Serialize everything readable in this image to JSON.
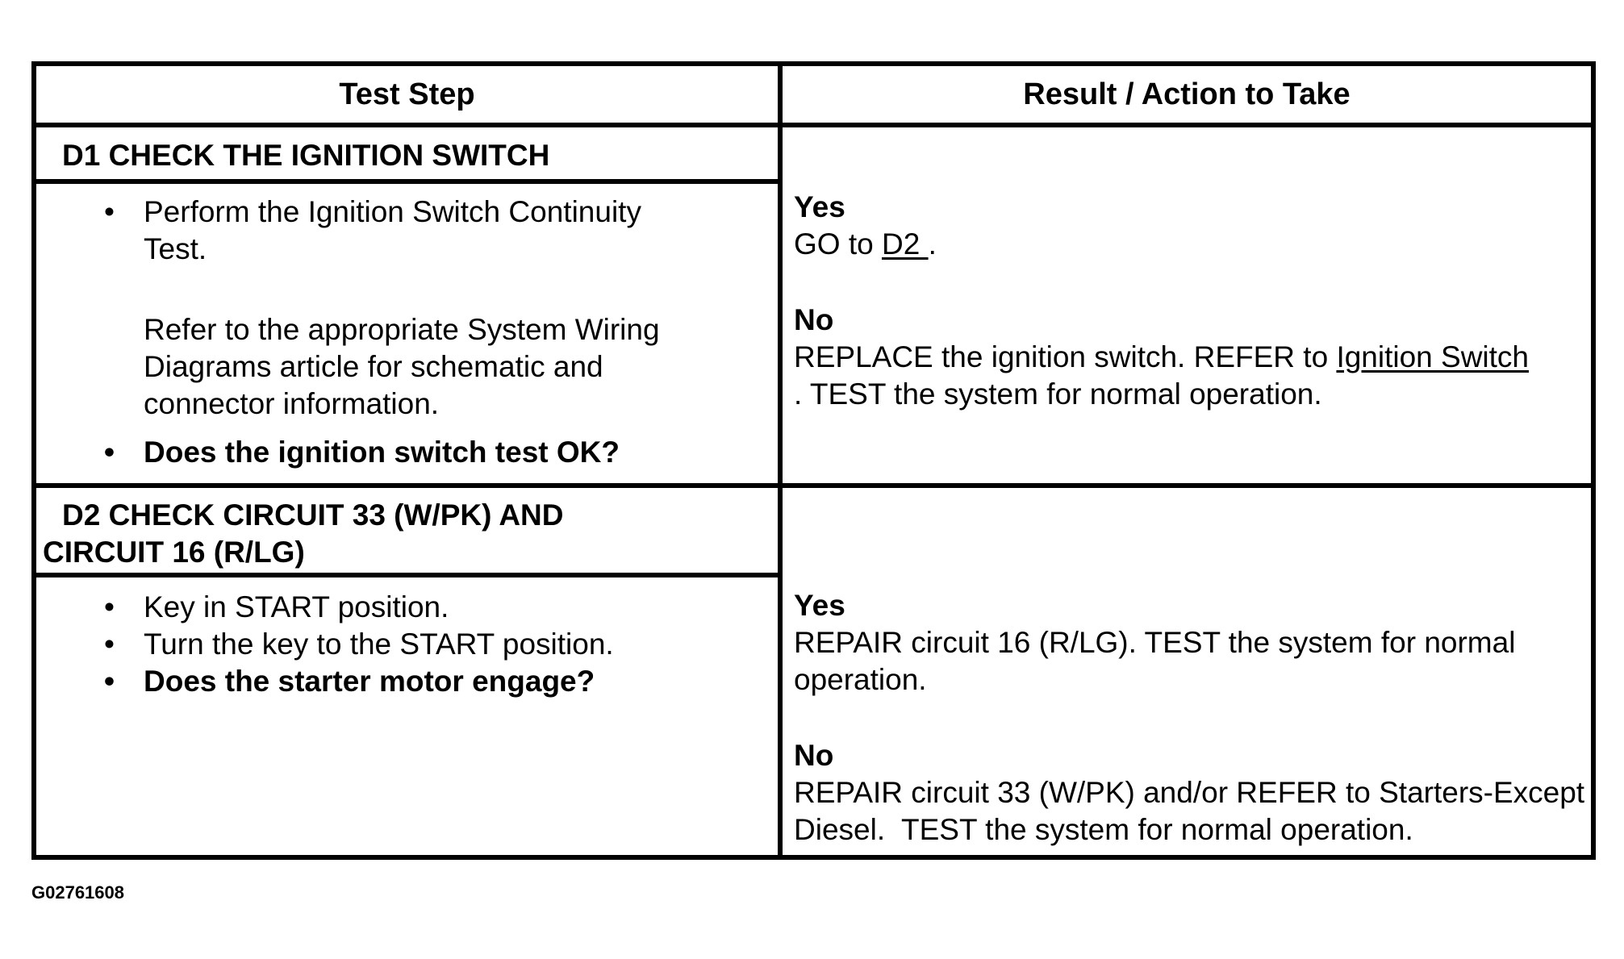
{
  "table": {
    "header": {
      "col1": "Test Step",
      "col2": "Result / Action to Take"
    },
    "rows": [
      {
        "title": "D1 CHECK THE IGNITION SWITCH",
        "bullets": [
          {
            "text": "Perform the Ignition Switch Continuity Test.",
            "bold": false
          }
        ],
        "note": "Refer to the appropriate System Wiring Diagrams article for schematic and connector information.",
        "question": "Does the ignition switch test OK?",
        "yes_label": "Yes",
        "yes_text_pre": "GO to ",
        "yes_link": "D2 ",
        "yes_text_post": ".",
        "no_label": "No",
        "no_text_pre": "REPLACE the ignition switch. REFER to ",
        "no_link": "Ignition Switch ",
        "no_text_post": ". TEST the system for normal operation."
      },
      {
        "title": "D2 CHECK CIRCUIT 33 (W/PK) AND CIRCUIT 16 (R/LG)",
        "bullets": [
          {
            "text": "Key in START position.",
            "bold": false
          },
          {
            "text": "Turn the key to the START position.",
            "bold": false
          },
          {
            "text": "Does the starter motor engage?",
            "bold": true
          }
        ],
        "yes_label": "Yes",
        "yes_text": "REPAIR circuit 16 (R/LG). TEST the system for normal operation.",
        "no_label": "No",
        "no_text": "REPAIR circuit 33 (W/PK) and/or REFER to Starters-Except Diesel.  TEST the system for normal operation."
      }
    ]
  },
  "figure_id": "G02761608"
}
